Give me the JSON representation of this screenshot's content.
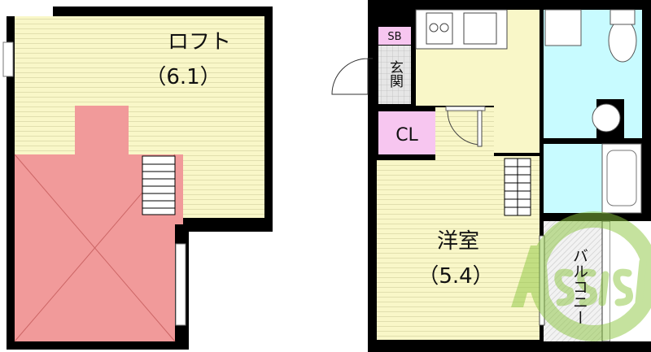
{
  "loft": {
    "name": "ロフト",
    "size": "（6.1）"
  },
  "western_room": {
    "name": "洋室",
    "size": "（5.4）"
  },
  "storage": {
    "shoe_box": "SB",
    "closet": "CL"
  },
  "entrance": {
    "name": "玄関"
  },
  "balcony": {
    "name": "バルコニー"
  },
  "watermark": {
    "text": "Assist"
  },
  "colors": {
    "floor_yellow": "#f9f7c8",
    "loft_void_red": "#f19a9a",
    "storage_pink": "#f7c6f0",
    "wet_area_blue": "#c8fbff",
    "wall": "#000000",
    "watermark_green": "#8cc63f"
  }
}
